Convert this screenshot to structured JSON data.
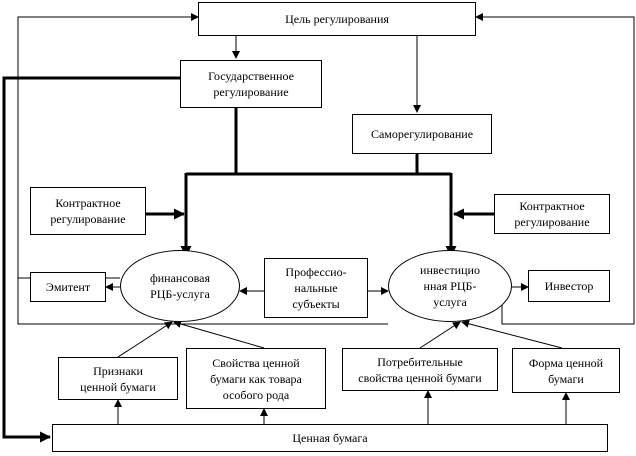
{
  "colors": {
    "line": "#000000",
    "fill": "#ffffff"
  },
  "nodes": {
    "goal": "Цель регулирования",
    "state_regulation": "Государственное\nрегулирование",
    "self_regulation": "Саморегулирование",
    "contract_left": "Контрактное\nрегулирование",
    "contract_right": "Контрактное\nрегулирование",
    "issuer": "Эмитент",
    "financial_service": "финансовая\nРЦБ-услуга",
    "professionals": "Профессио-\nнальные\nсубъекты",
    "investment_service": "инвестицио\nнная РЦБ-\nуслуга",
    "investor": "Инвестор",
    "security_features": "Признаки\nценной бумаги",
    "security_properties": "Свойства ценной\nбумаги как товара\nособого рода",
    "consumer_properties": "Потребительные\nсвойства ценной бумаги",
    "security_form": "Форма ценной\nбумаги",
    "security": "Ценная бумага"
  }
}
